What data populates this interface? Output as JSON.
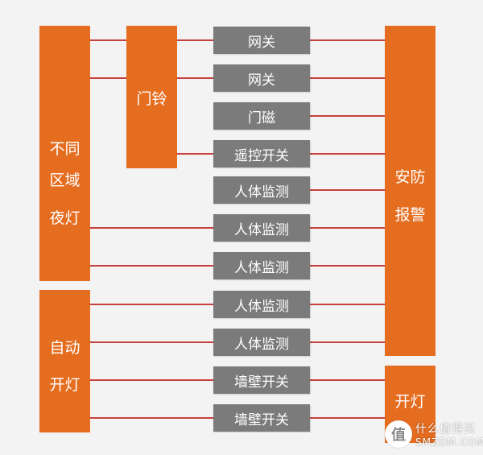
{
  "groups": {
    "night_light": [
      "不同",
      "区域",
      "夜灯"
    ],
    "doorbell": [
      "门铃"
    ],
    "auto_light": [
      "自动",
      "开灯"
    ],
    "security_alarm": [
      "安防",
      "报警"
    ],
    "light_on": [
      "开灯"
    ]
  },
  "devices": [
    "网关",
    "网关",
    "门磁",
    "遥控开关",
    "人体监测",
    "人体监测",
    "人体监测",
    "人体监测",
    "人体监测",
    "墙壁开关",
    "墙壁开关"
  ],
  "watermark": {
    "icon": "值",
    "line1": "什么值得买",
    "line2": "SMZDM.COM"
  },
  "colors": {
    "group_box": "#e56d1f",
    "device_box": "#7b7b7b",
    "connector": "#c5403f",
    "background": "#f3f3f3"
  }
}
